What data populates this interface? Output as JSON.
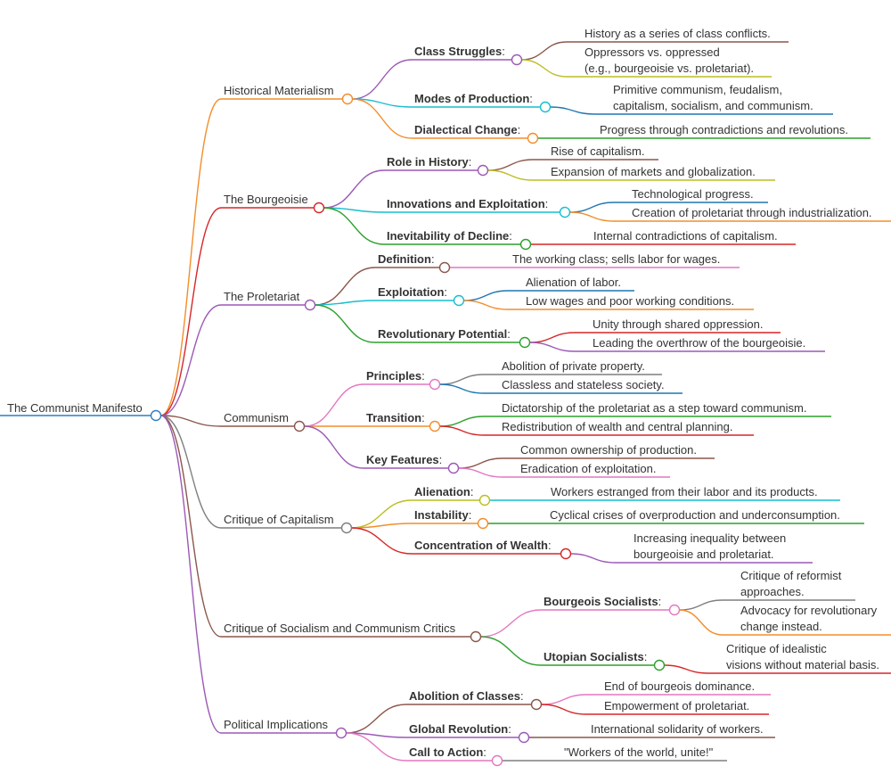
{
  "root": {
    "label": "The Communist Manifesto",
    "color": "#2f7fc1"
  },
  "sections": [
    {
      "label": "Historical Materialism",
      "color": "#f28e2b",
      "groups": [
        {
          "label": "Class Struggles",
          "color": "#9b59b6",
          "leaves": [
            {
              "text": [
                "History as a series of class conflicts."
              ],
              "color": "#8c564b"
            },
            {
              "text": [
                "Oppressors vs. oppressed",
                "(e.g., bourgeoisie vs. proletariat)."
              ],
              "color": "#bcbd22"
            }
          ]
        },
        {
          "label": "Modes of Production",
          "color": "#17becf",
          "leaves": [
            {
              "text": [
                "Primitive communism, feudalism,",
                "capitalism, socialism, and communism."
              ],
              "color": "#1f77b4"
            }
          ]
        },
        {
          "label": "Dialectical Change",
          "color": "#f28e2b",
          "leaves": [
            {
              "text": [
                "Progress through contradictions and revolutions."
              ],
              "color": "#2ca02c"
            }
          ]
        }
      ]
    },
    {
      "label": "The Bourgeoisie",
      "color": "#d62728",
      "groups": [
        {
          "label": "Role in History",
          "color": "#9b59b6",
          "leaves": [
            {
              "text": [
                "Rise of capitalism."
              ],
              "color": "#8c564b"
            },
            {
              "text": [
                "Expansion of markets and globalization."
              ],
              "color": "#bcbd22"
            }
          ]
        },
        {
          "label": "Innovations and Exploitation",
          "color": "#17becf",
          "leaves": [
            {
              "text": [
                "Technological progress."
              ],
              "color": "#1f77b4"
            },
            {
              "text": [
                "Creation of proletariat through industrialization."
              ],
              "color": "#f28e2b"
            }
          ]
        },
        {
          "label": "Inevitability of Decline",
          "color": "#2ca02c",
          "leaves": [
            {
              "text": [
                "Internal contradictions of capitalism."
              ],
              "color": "#d62728"
            }
          ]
        }
      ]
    },
    {
      "label": "The Proletariat",
      "color": "#9b59b6",
      "groups": [
        {
          "label": "Definition",
          "color": "#8c564b",
          "leaves": [
            {
              "text": [
                "The working class; sells labor for wages."
              ],
              "color": "#e377c2"
            }
          ]
        },
        {
          "label": "Exploitation",
          "color": "#17becf",
          "leaves": [
            {
              "text": [
                "Alienation of labor."
              ],
              "color": "#1f77b4"
            },
            {
              "text": [
                "Low wages and poor working conditions."
              ],
              "color": "#f28e2b"
            }
          ]
        },
        {
          "label": "Revolutionary Potential",
          "color": "#2ca02c",
          "leaves": [
            {
              "text": [
                "Unity through shared oppression."
              ],
              "color": "#d62728"
            },
            {
              "text": [
                "Leading the overthrow of the bourgeoisie."
              ],
              "color": "#9b59b6"
            }
          ]
        }
      ]
    },
    {
      "label": "Communism",
      "color": "#8c564b",
      "groups": [
        {
          "label": "Principles",
          "color": "#e377c2",
          "leaves": [
            {
              "text": [
                "Abolition of private property."
              ],
              "color": "#7f7f7f"
            },
            {
              "text": [
                "Classless and stateless society."
              ],
              "color": "#1f77b4"
            }
          ]
        },
        {
          "label": "Transition",
          "color": "#f28e2b",
          "leaves": [
            {
              "text": [
                "Dictatorship of the proletariat as a step toward communism."
              ],
              "color": "#2ca02c"
            },
            {
              "text": [
                "Redistribution of wealth and central planning."
              ],
              "color": "#d62728"
            }
          ]
        },
        {
          "label": "Key Features",
          "color": "#9b59b6",
          "leaves": [
            {
              "text": [
                "Common ownership of production."
              ],
              "color": "#8c564b"
            },
            {
              "text": [
                "Eradication of exploitation."
              ],
              "color": "#e377c2"
            }
          ]
        }
      ]
    },
    {
      "label": "Critique of Capitalism",
      "color": "#7f7f7f",
      "groups": [
        {
          "label": "Alienation",
          "color": "#bcbd22",
          "leaves": [
            {
              "text": [
                "Workers estranged from their labor and its products."
              ],
              "color": "#17becf"
            }
          ]
        },
        {
          "label": "Instability",
          "color": "#f28e2b",
          "leaves": [
            {
              "text": [
                "Cyclical crises of overproduction and underconsumption."
              ],
              "color": "#2ca02c"
            }
          ]
        },
        {
          "label": "Concentration of Wealth",
          "color": "#d62728",
          "leaves": [
            {
              "text": [
                "Increasing inequality between",
                "bourgeoisie and proletariat."
              ],
              "color": "#9b59b6"
            }
          ]
        }
      ]
    },
    {
      "label": "Critique of Socialism and Communism Critics",
      "color": "#8c564b",
      "groups": [
        {
          "label": "Bourgeois Socialists",
          "color": "#e377c2",
          "leaves": [
            {
              "text": [
                "Critique of reformist",
                "approaches."
              ],
              "color": "#7f7f7f"
            },
            {
              "text": [
                "Advocacy for revolutionary",
                "change instead."
              ],
              "color": "#f28e2b"
            }
          ]
        },
        {
          "label": "Utopian Socialists",
          "color": "#2ca02c",
          "leaves": [
            {
              "text": [
                "Critique of idealistic",
                "visions without material basis."
              ],
              "color": "#d62728"
            }
          ]
        }
      ]
    },
    {
      "label": "Political Implications",
      "color": "#9b59b6",
      "groups": [
        {
          "label": "Abolition of Classes",
          "color": "#8c564b",
          "leaves": [
            {
              "text": [
                "End of bourgeois dominance."
              ],
              "color": "#e377c2"
            },
            {
              "text": [
                "Empowerment of proletariat."
              ],
              "color": "#d62728"
            }
          ]
        },
        {
          "label": "Global Revolution",
          "color": "#9b59b6",
          "leaves": [
            {
              "text": [
                "International solidarity of workers."
              ],
              "color": "#8c564b"
            }
          ]
        },
        {
          "label": "Call to Action",
          "color": "#e377c2",
          "leaves": [
            {
              "text": [
                "\"Workers of the world, unite!\""
              ],
              "color": "#7f7f7f"
            }
          ]
        }
      ]
    }
  ]
}
